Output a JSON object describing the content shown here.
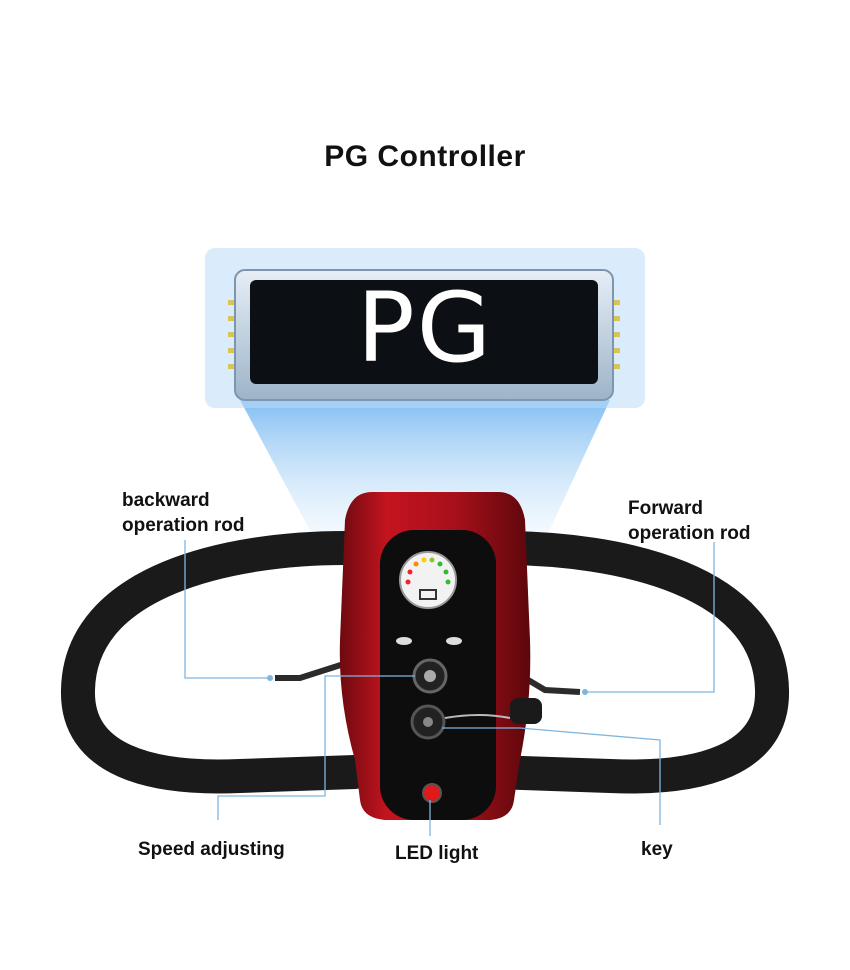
{
  "title": "PG Controller",
  "screen_text": "PG",
  "labels": {
    "backward_line1": "backward",
    "backward_line2": "operation rod",
    "forward_line1": "Forward",
    "forward_line2": "operation rod",
    "speed": "Speed adjusting",
    "led": "LED light",
    "key": "key"
  },
  "colors": {
    "controller_red": "#b0101a",
    "callout_line": "#7fb6e0",
    "handlebar": "#1a1a1a"
  }
}
